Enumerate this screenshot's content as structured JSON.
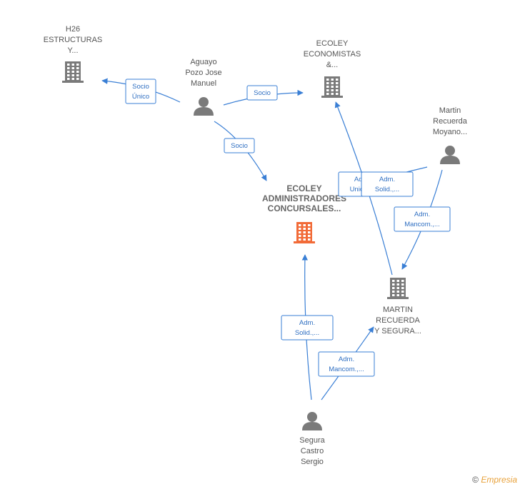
{
  "colors": {
    "edge": "#3a7fd5",
    "company": "#7a7a7a",
    "focus_company": "#f26b38",
    "person": "#7a7a7a"
  },
  "nodes": [
    {
      "id": "h26",
      "kind": "company",
      "focus": false,
      "lines": [
        "H26",
        "ESTRUCTURAS",
        "Y..."
      ],
      "icon": "building-icon"
    },
    {
      "id": "aguayo",
      "kind": "person",
      "focus": false,
      "lines": [
        "Aguayo",
        "Pozo Jose",
        "Manuel"
      ],
      "icon": "person-icon"
    },
    {
      "id": "ecoley_econ",
      "kind": "company",
      "focus": false,
      "lines": [
        "ECOLEY",
        "ECONOMISTAS",
        "&..."
      ],
      "icon": "building-icon"
    },
    {
      "id": "martin_p",
      "kind": "person",
      "focus": false,
      "lines": [
        "Martin",
        "Recuerda",
        "Moyano..."
      ],
      "icon": "person-icon"
    },
    {
      "id": "ecoley_adm",
      "kind": "company",
      "focus": true,
      "lines": [
        "ECOLEY",
        "ADMINISTRADORES",
        "CONCURSALES..."
      ],
      "icon": "building-icon"
    },
    {
      "id": "martin_c",
      "kind": "company",
      "focus": false,
      "lines": [
        "MARTIN",
        "RECUERDA",
        "Y SEGURA..."
      ],
      "icon": "building-icon"
    },
    {
      "id": "segura",
      "kind": "person",
      "focus": false,
      "lines": [
        "Segura",
        "Castro",
        "Sergio"
      ],
      "icon": "person-icon"
    }
  ],
  "edges": [
    {
      "from": "aguayo",
      "to": "h26",
      "lines": [
        "Socio",
        "Único"
      ]
    },
    {
      "from": "aguayo",
      "to": "ecoley_econ",
      "lines": [
        "Socio"
      ]
    },
    {
      "from": "aguayo",
      "to": "ecoley_adm",
      "lines": [
        "Socio"
      ]
    },
    {
      "from": "martin_p",
      "to": "ecoley_adm",
      "lines": [
        "Adm.",
        "Unico,..."
      ]
    },
    {
      "from": "martin_c",
      "to": "ecoley_econ",
      "lines": [
        "Adm.",
        "Solid.,..."
      ]
    },
    {
      "from": "martin_p",
      "to": "martin_c",
      "lines": [
        "Adm.",
        "Mancom.,..."
      ]
    },
    {
      "from": "segura",
      "to": "ecoley_adm",
      "lines": [
        "Adm.",
        "Solid.,..."
      ]
    },
    {
      "from": "segura",
      "to": "martin_c",
      "lines": [
        "Adm.",
        "Mancom.,..."
      ]
    }
  ],
  "footer": {
    "copyright": "©",
    "brand": "Empresia"
  }
}
